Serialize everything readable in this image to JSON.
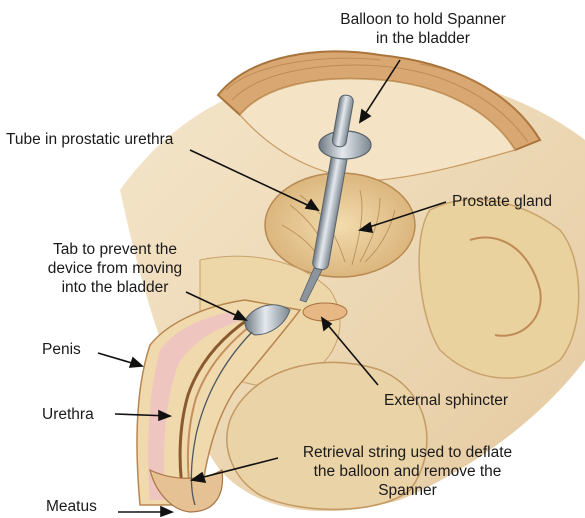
{
  "labels": {
    "balloon": [
      "Balloon to hold Spanner",
      "in the bladder"
    ],
    "tube": "Tube in prostatic urethra",
    "prostate": "Prostate gland",
    "tab": [
      "Tab to prevent the",
      "device from moving",
      "into the bladder"
    ],
    "penis": "Penis",
    "sphincter": "External sphincter",
    "urethra": "Urethra",
    "retrieval": [
      "Retrieval string used to deflate",
      "the balloon and remove the",
      "Spanner"
    ],
    "meatus": "Meatus"
  },
  "colors": {
    "skin": "#e8cda0",
    "tissue_dark": "#c9955a",
    "bladder_wall": "#d6a470",
    "device_metal": "#9aa4ad",
    "leader_line": "#111111"
  }
}
